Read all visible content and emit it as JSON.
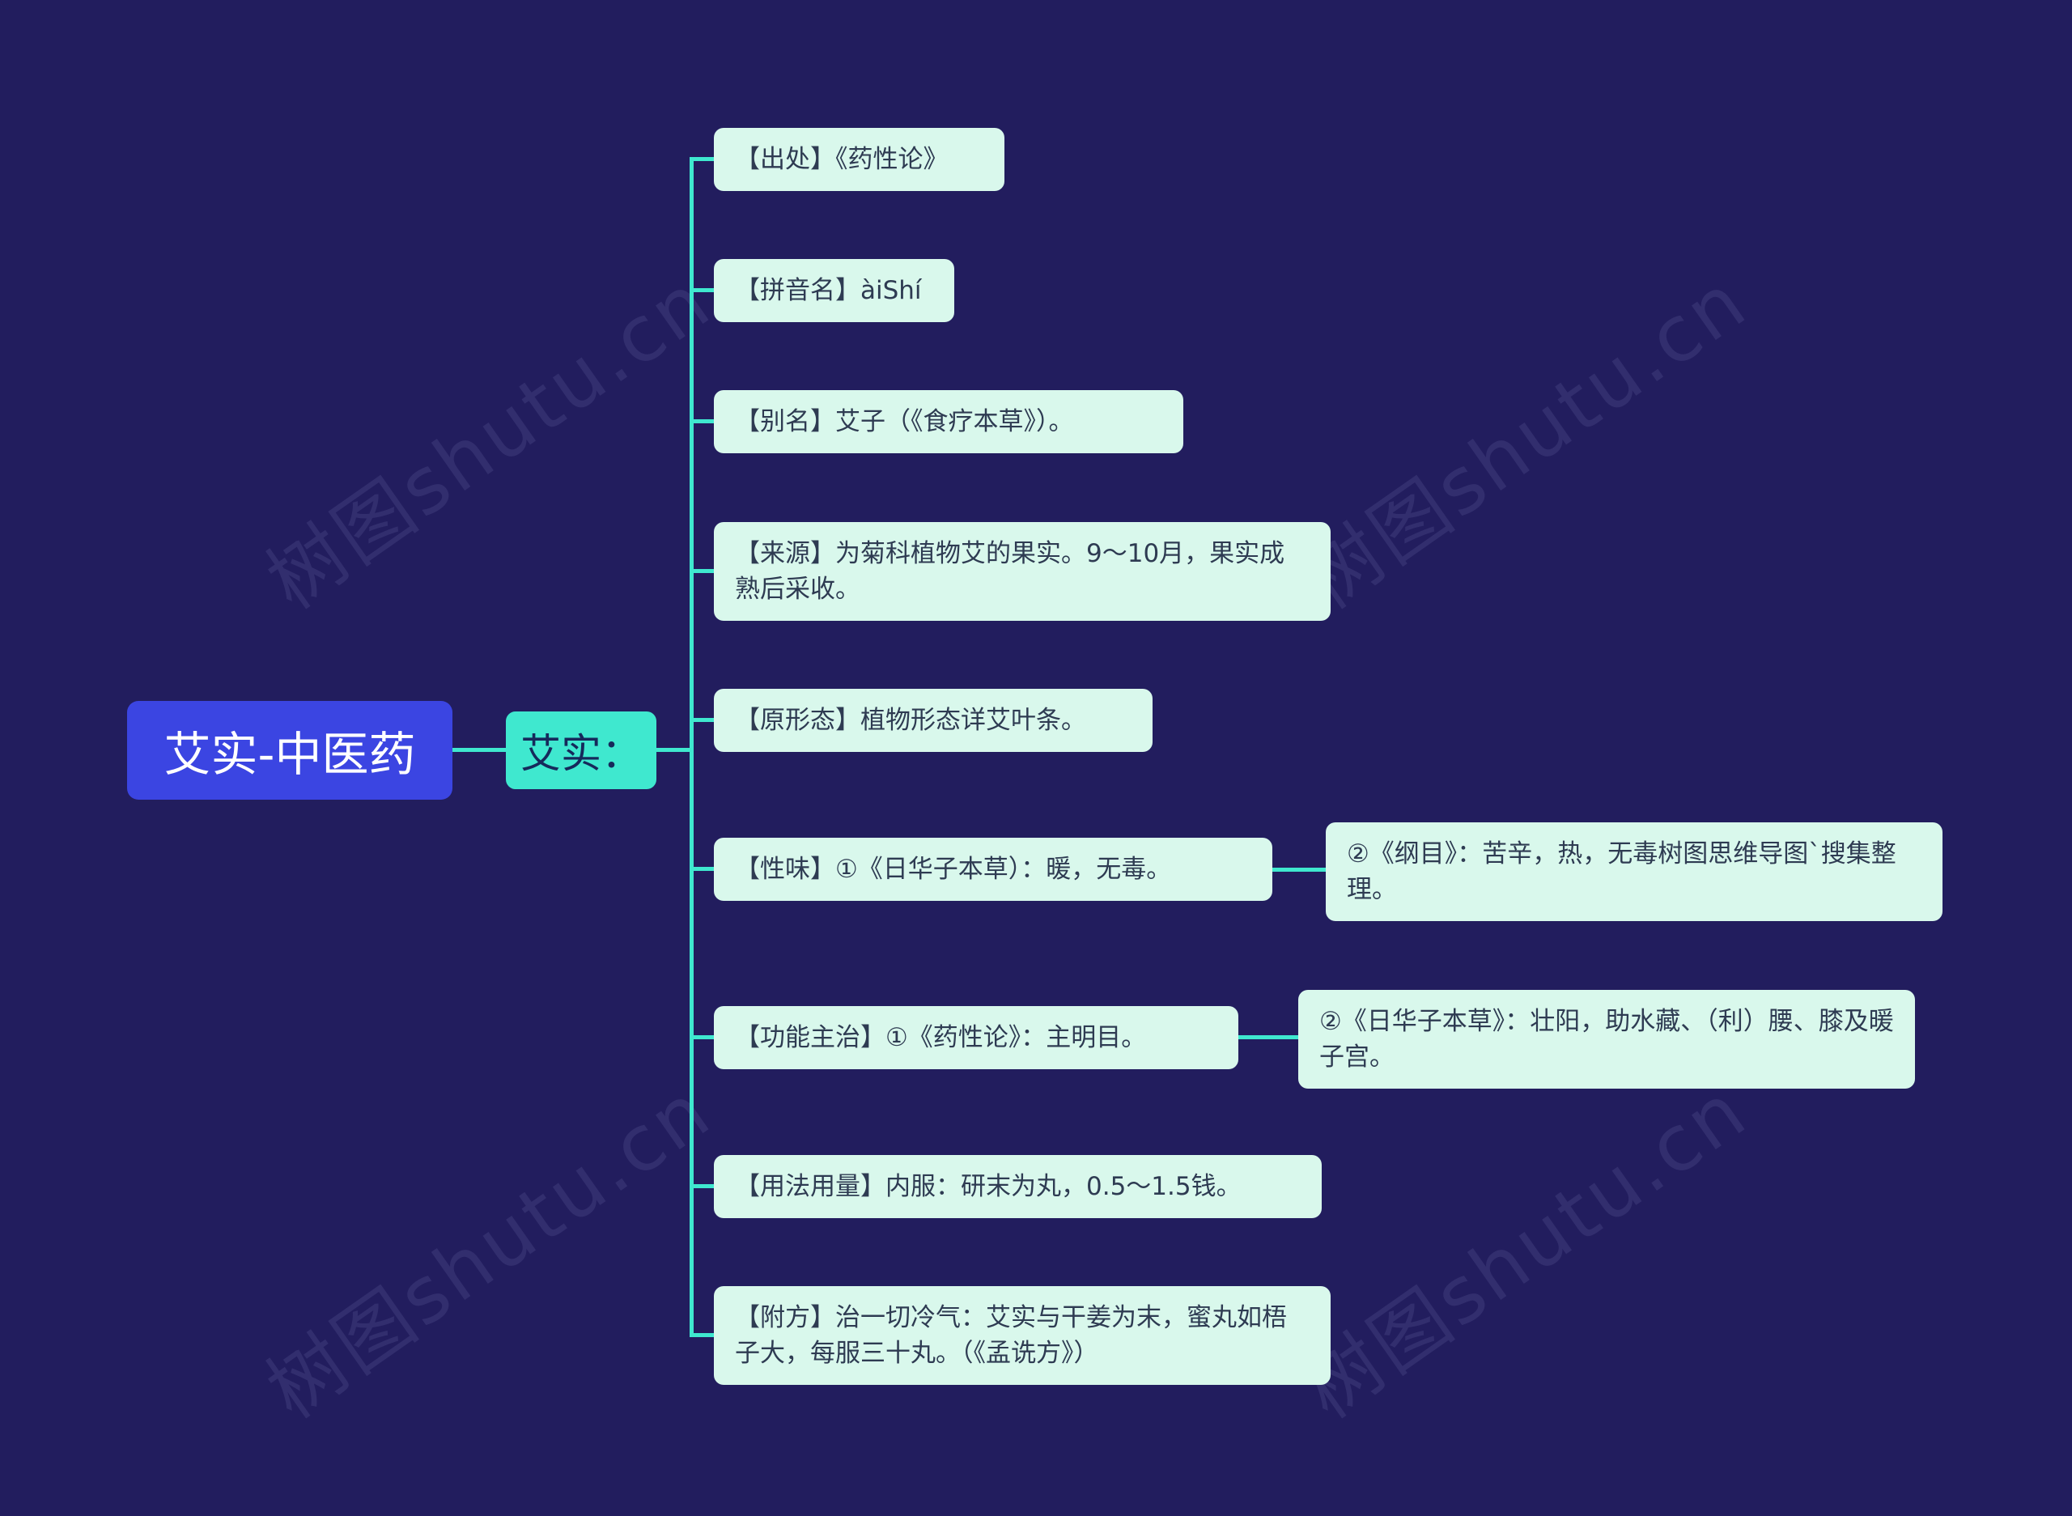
{
  "root": {
    "label": "艾实-中医药"
  },
  "topic": {
    "label": "艾实："
  },
  "branches": [
    {
      "text": "【出处】《药性论》"
    },
    {
      "text": "【拼音名】àiShí"
    },
    {
      "text": "【别名】艾子（《食疗本草》）。"
    },
    {
      "text": "【来源】为菊科植物艾的果实。9～10月，果实成熟后采收。"
    },
    {
      "text": "【原形态】植物形态详艾叶条。"
    },
    {
      "text": "【性味】①《日华子本草）：暖，无毒。",
      "child": "②《纲目》：苦辛，热，无毒树图思维导图`搜集整理。"
    },
    {
      "text": "【功能主治】①《药性论》：主明目。",
      "child": "②《日华子本草》：壮阳，助水藏、（利）腰、膝及暖子宫。"
    },
    {
      "text": "【用法用量】内服：研末为丸，0.5～1.5钱。"
    },
    {
      "text": "【附方】治一切冷气：艾实与干姜为末，蜜丸如梧子大，每服三十丸。（《孟诜方》）"
    }
  ],
  "watermark": {
    "text": "树图shutu.cn"
  },
  "colors": {
    "background": "#221d5e",
    "root_bg": "#3b45e2",
    "root_text": "#ffffff",
    "topic_bg": "#3fe8cf",
    "topic_text": "#16295b",
    "branch_bg": "#d9f8ec",
    "branch_text": "#2e3b52",
    "connector": "#3fe8cf"
  }
}
